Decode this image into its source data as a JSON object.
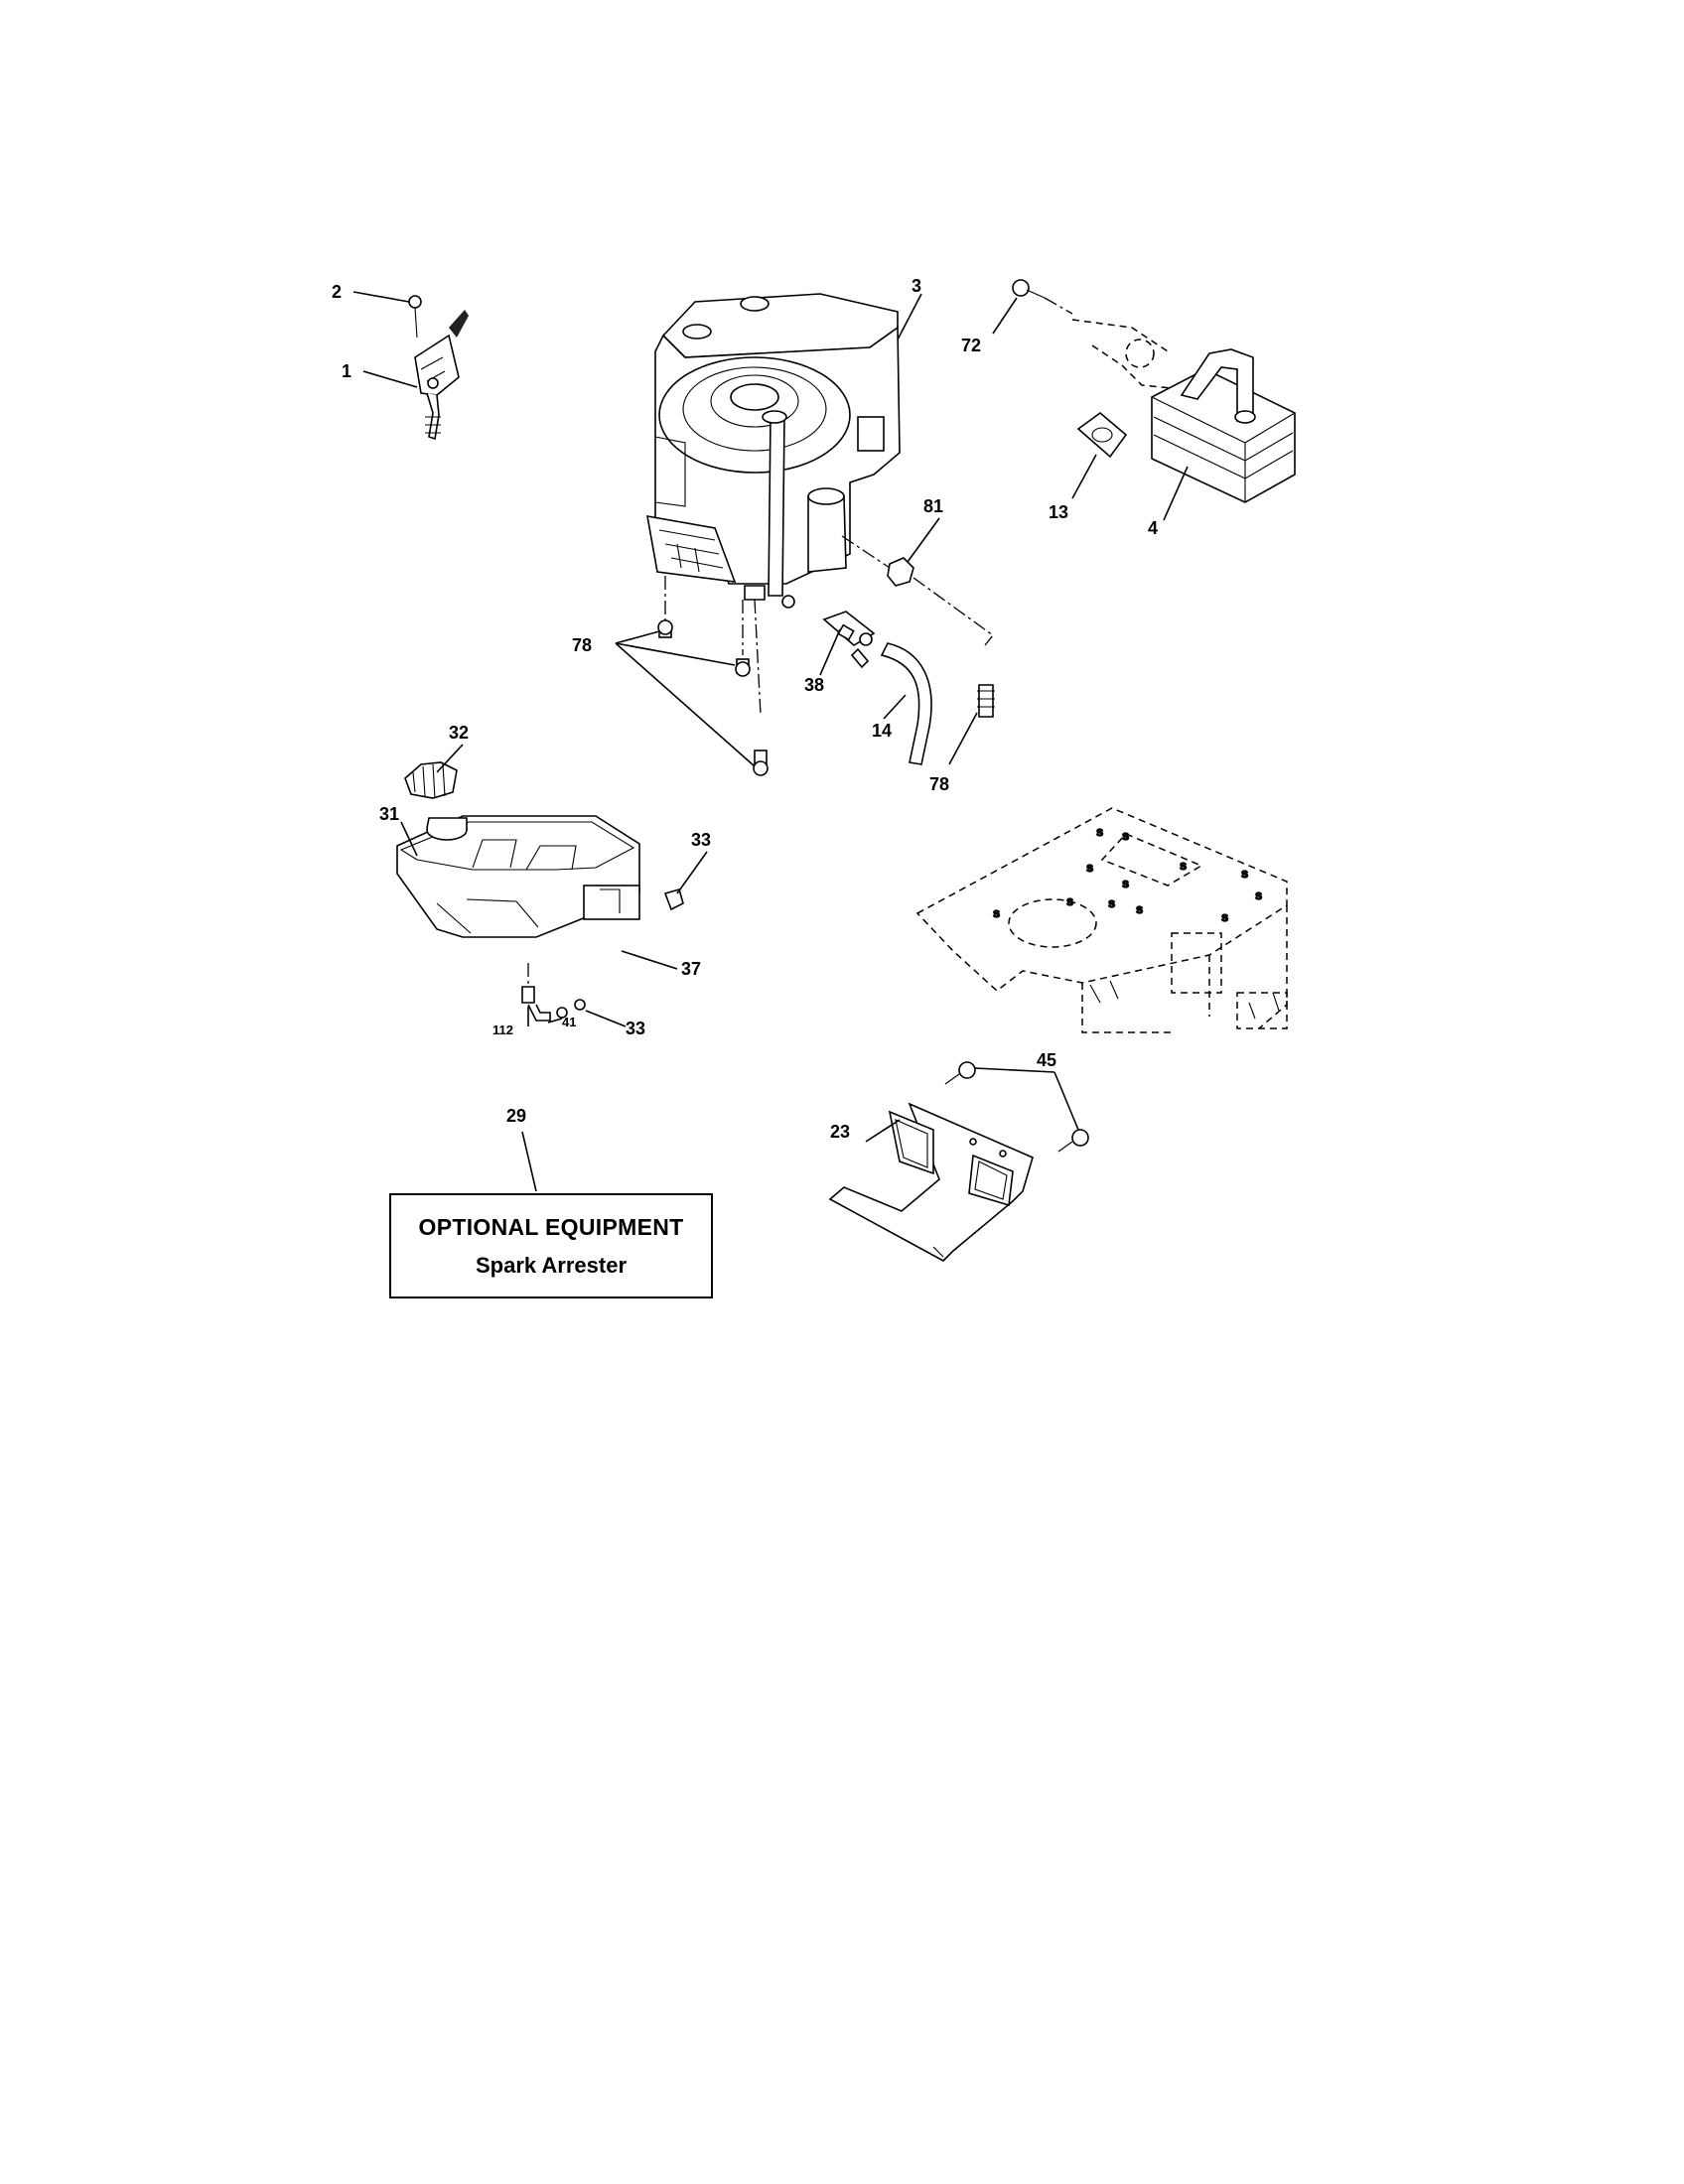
{
  "callouts": {
    "c1": "1",
    "c2": "2",
    "c3": "3",
    "c4": "4",
    "c13": "13",
    "c14": "14",
    "c23": "23",
    "c29": "29",
    "c31": "31",
    "c32": "32",
    "c33a": "33",
    "c33b": "33",
    "c37": "37",
    "c38": "38",
    "c41": "41",
    "c45": "45",
    "c72": "72",
    "c78a": "78",
    "c78b": "78",
    "c81": "81",
    "c112": "112"
  },
  "optional_box": {
    "title": "OPTIONAL EQUIPMENT",
    "subtitle": "Spark Arrester"
  }
}
